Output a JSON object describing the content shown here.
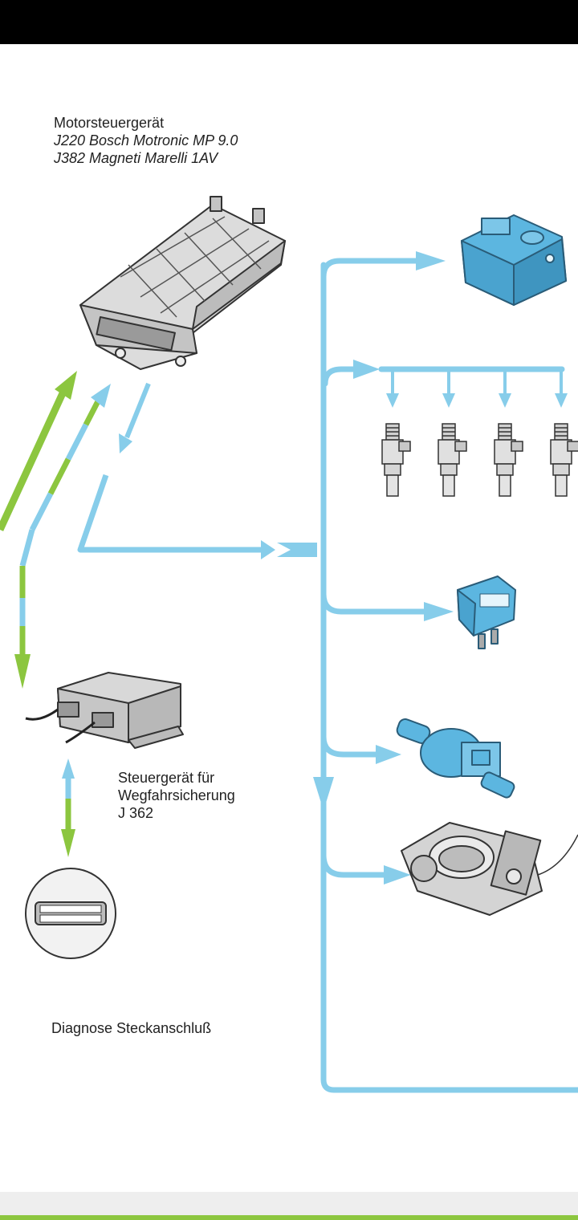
{
  "ecu": {
    "title": "Motorsteuergerät",
    "line1": "J220 Bosch Motronic MP 9.0",
    "line2": "J382 Magneti Marelli 1AV"
  },
  "immobilizer": {
    "line1": "Steuergerät für",
    "line2": "Wegfahrsicherung",
    "line3": "J 362"
  },
  "diagnosis": {
    "label": "Diagnose Steckanschluß"
  },
  "colors": {
    "signal_blue": "#87cdea",
    "signal_green": "#8cc63f",
    "component_blue": "#5cb6e0",
    "component_grey": "#d4d4d4"
  }
}
